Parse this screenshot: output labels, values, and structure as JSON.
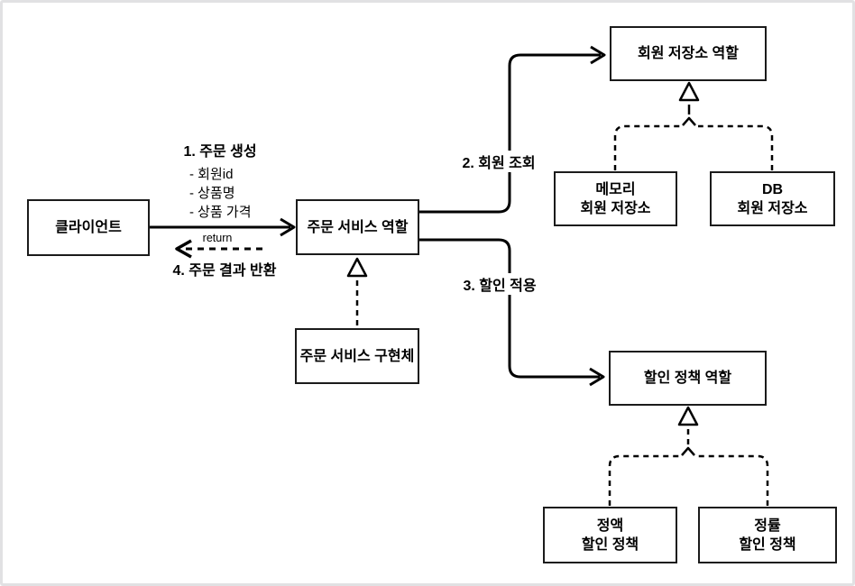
{
  "diagram": {
    "boxes": {
      "client": {
        "label": "클라이언트"
      },
      "order_service_role": {
        "label": "주문 서비스 역할"
      },
      "member_repository_role": {
        "label": "회원 저장소 역할"
      },
      "memory_member_repository": {
        "line1": "메모리",
        "line2": "회원 저장소"
      },
      "db_member_repository": {
        "line1": "DB",
        "line2": "회원 저장소"
      },
      "order_service_impl": {
        "label": "주문 서비스 구현체"
      },
      "discount_policy_role": {
        "label": "할인 정책 역할"
      },
      "fixed_discount_policy": {
        "line1": "정액",
        "line2": "할인 정책"
      },
      "rate_discount_policy": {
        "line1": "정률",
        "line2": "할인 정책"
      }
    },
    "labels": {
      "step1": "1. 주문 생성",
      "step1_items": [
        "- 회원id",
        "- 상품명",
        "- 상품 가격"
      ],
      "return_label": "return",
      "step4": "4. 주문 결과 반환",
      "step2": "2. 회원 조회",
      "step3": "3. 할인 적용"
    },
    "colors": {
      "line": "#000000",
      "box_border": "#1b1b1b",
      "box_fill": "#ffffff",
      "canvas_border": "#e1e1e3",
      "text": "#000000"
    }
  }
}
